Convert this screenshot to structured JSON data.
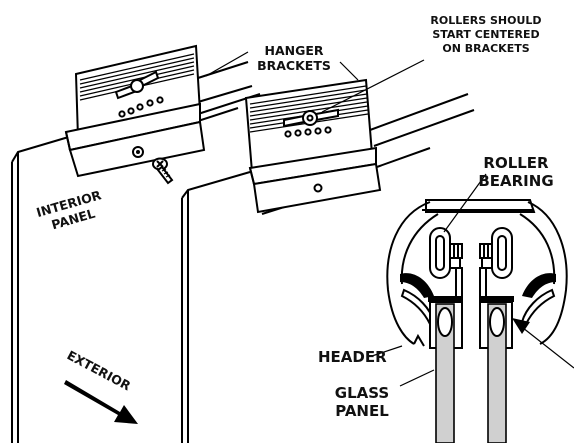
{
  "labels": {
    "rollers_note": [
      "ROLLERS SHOULD",
      "START CENTERED",
      "ON BRACKETS"
    ],
    "hanger": [
      "HANGER",
      "BRACKETS"
    ],
    "roller_bearing": [
      "ROLLER",
      "BEARING"
    ],
    "interior_panel": [
      "INTERIOR",
      "PANEL"
    ],
    "header": "HEADER",
    "glass_panel": [
      "GLASS",
      "PANEL"
    ],
    "exterior": "EXTERIOR"
  },
  "colors": {
    "line": "#000000",
    "glass": "#d0d0d0",
    "background": "#ffffff"
  },
  "icons": [
    "wing-nut",
    "screw",
    "direction-arrow"
  ]
}
